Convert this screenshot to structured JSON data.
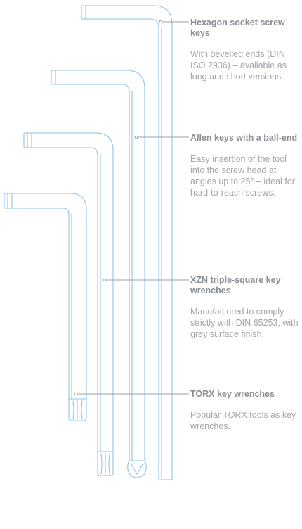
{
  "colors": {
    "tool_outline": "#8fc3ea",
    "leader_line": "#9aa0a6",
    "title_text": "#8a9096",
    "body_text": "#a2a7ac"
  },
  "entries": [
    {
      "title": "Hexagon socket screw keys",
      "description": "With bevelled ends (DIN ISO 2936) – available as long and short versions."
    },
    {
      "title": "Allen keys with a ball-end",
      "description": "Easy insertion of the tool into the screw head at angles up to 25° – ideal for hard-to-reach screws."
    },
    {
      "title": "XZN triple-square key wrenches",
      "description": "Manufactured to comply strictly with DIN 65253, with grey surface finish."
    },
    {
      "title": "TORX key wrenches",
      "description": "Popular TORX tools as key wrenches."
    }
  ]
}
